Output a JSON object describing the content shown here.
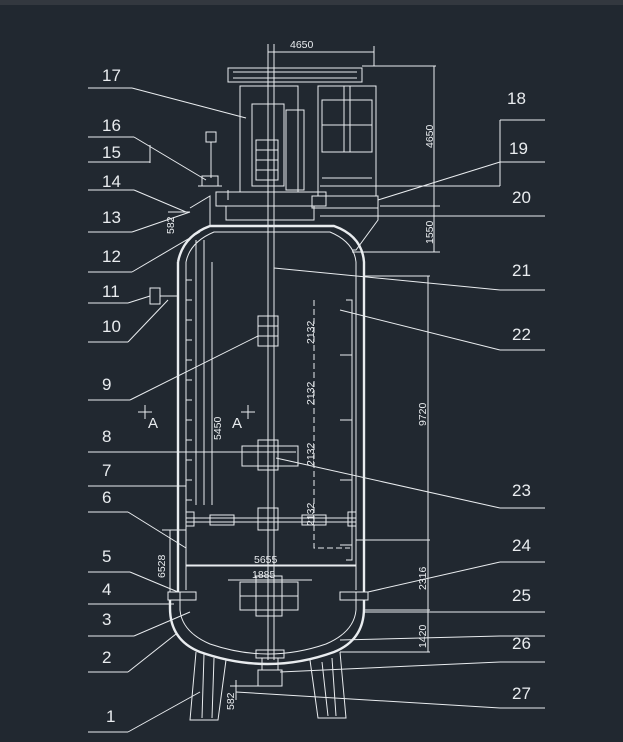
{
  "diagram": {
    "part_labels": [
      "1",
      "2",
      "3",
      "4",
      "5",
      "6",
      "7",
      "8",
      "9",
      "10",
      "11",
      "12",
      "13",
      "14",
      "15",
      "16",
      "17",
      "18",
      "19",
      "20",
      "21",
      "22",
      "23",
      "24",
      "25",
      "26",
      "27"
    ],
    "dimensions": {
      "top_width": "4650",
      "right_top_height": "4650",
      "upper_height": "1550",
      "total_height": "9720",
      "inner_height": "5450",
      "nozzle": "582",
      "left_lower": "6528",
      "inner_diameter": "5655",
      "impeller_diameter": "1885",
      "baffle_1": "2132",
      "baffle_2": "2132",
      "baffle_3": "2132",
      "baffle_4": "2132",
      "lower_right": "2316",
      "bottom_right": "1420",
      "bottom_left": "582"
    },
    "section_marks": [
      "A",
      "A"
    ]
  }
}
